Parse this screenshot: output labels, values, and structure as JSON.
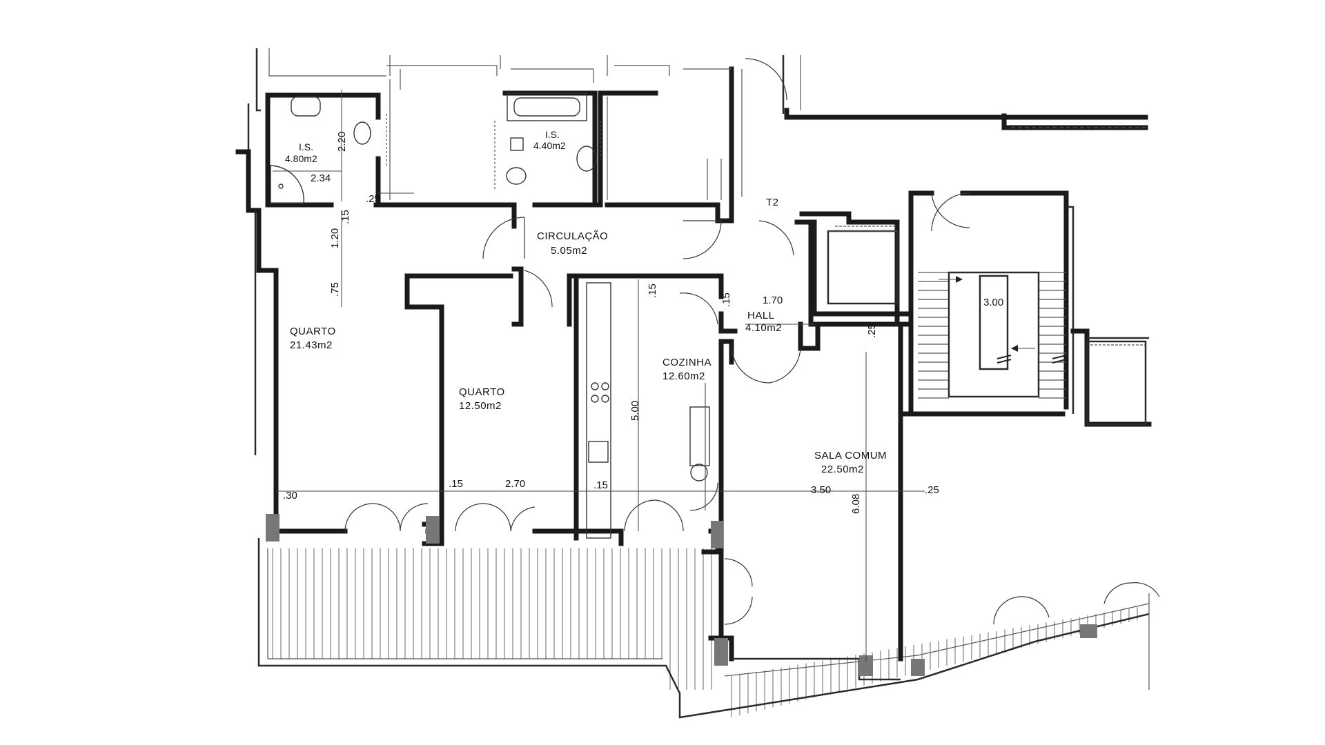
{
  "plan": {
    "unit_label": "T2",
    "rooms": {
      "is_1": {
        "name": "I.S.",
        "area": "4.80m2"
      },
      "is_2": {
        "name": "I.S.",
        "area": "4.40m2"
      },
      "circulacao": {
        "name": "CIRCULAÇÃO",
        "area": "5.05m2"
      },
      "quarto_1": {
        "name": "QUARTO",
        "area": "21.43m2"
      },
      "quarto_2": {
        "name": "QUARTO",
        "area": "12.50m2"
      },
      "cozinha": {
        "name": "COZINHA",
        "area": "12.60m2"
      },
      "hall": {
        "name": "HALL",
        "area": "4.10m2"
      },
      "sala": {
        "name": "SALA COMUM",
        "area": "22.50m2"
      }
    },
    "dimensions": {
      "d_220": "2.20",
      "d_234": "2.34",
      "d_25a": ".25",
      "d_15a": ".15",
      "d_120": "1.20",
      "d_75": ".75",
      "d_30": ".30",
      "d_15b": ".15",
      "d_270": "2.70",
      "d_15c": ".15",
      "d_15d": ".15",
      "d_15e": ".15",
      "d_500": "5.00",
      "d_170": "1.70",
      "d_25b": ".25",
      "d_350": "3.50",
      "d_25c": ".25",
      "d_608": "6.08",
      "d_300": "3.00"
    }
  }
}
